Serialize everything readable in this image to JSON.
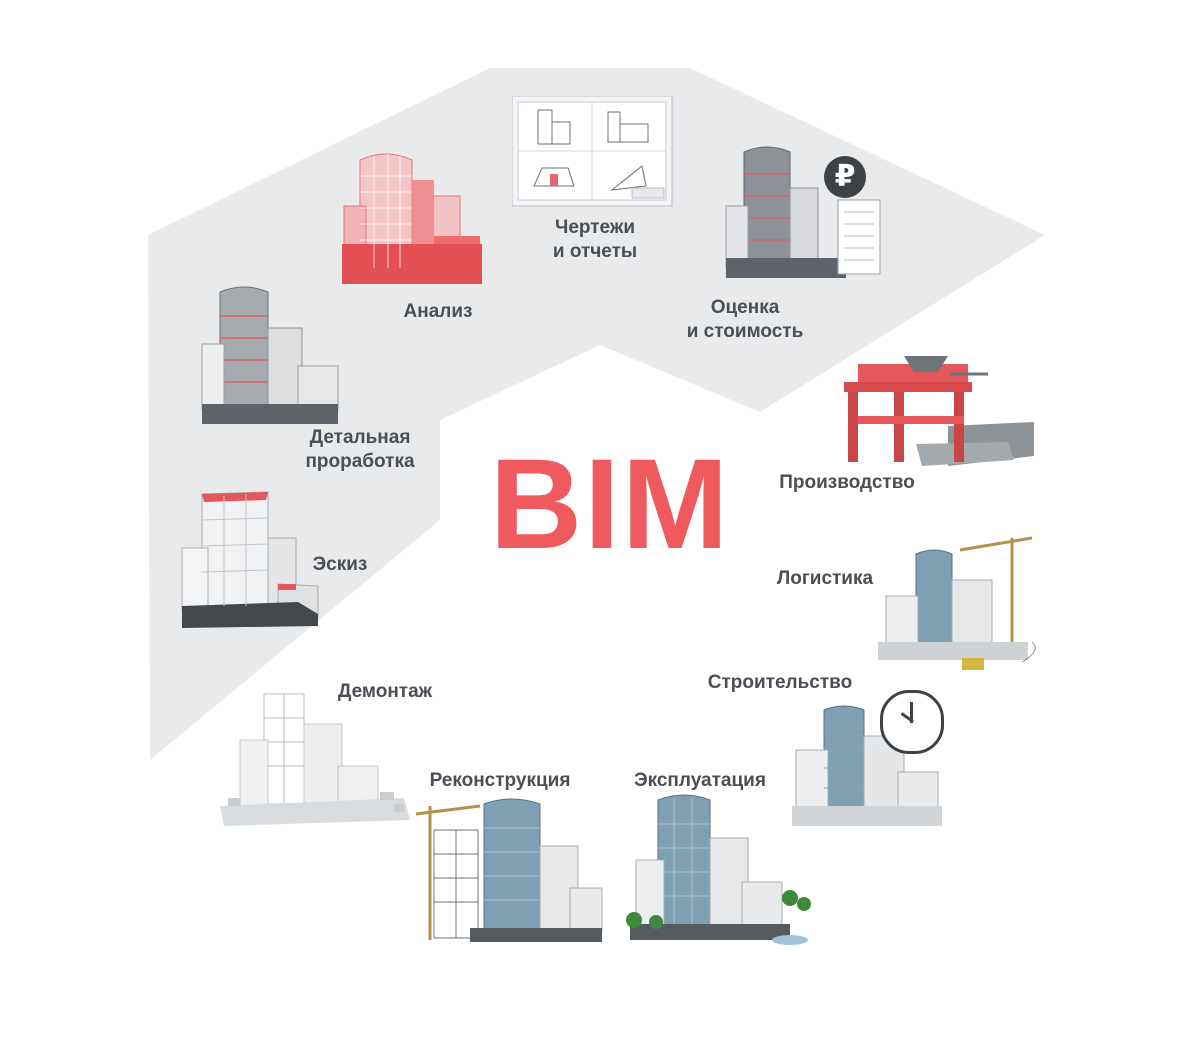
{
  "center_title": "BIM",
  "stages": {
    "analysis": "Анализ",
    "drawings": [
      "Чертежи",
      "и отчеты"
    ],
    "estimate": [
      "Оценка",
      "и стоимость"
    ],
    "detailing": [
      "Детальная",
      "проработка"
    ],
    "sketch": "Эскиз",
    "production": "Производство",
    "logistics": "Логистика",
    "construction": "Строительство",
    "operation": "Эксплуатация",
    "reconstruction": "Реконструкция",
    "demolition": "Демонтаж"
  },
  "icons": {
    "currency": "ruble-icon",
    "clock": "clock-icon"
  },
  "currency_symbol": "₽",
  "colors": {
    "accent_red": "#ee5a5e",
    "label_gray": "#4a4f55",
    "band_gray": "#e9eaeb",
    "glass_blue": "#7f9fb3"
  }
}
